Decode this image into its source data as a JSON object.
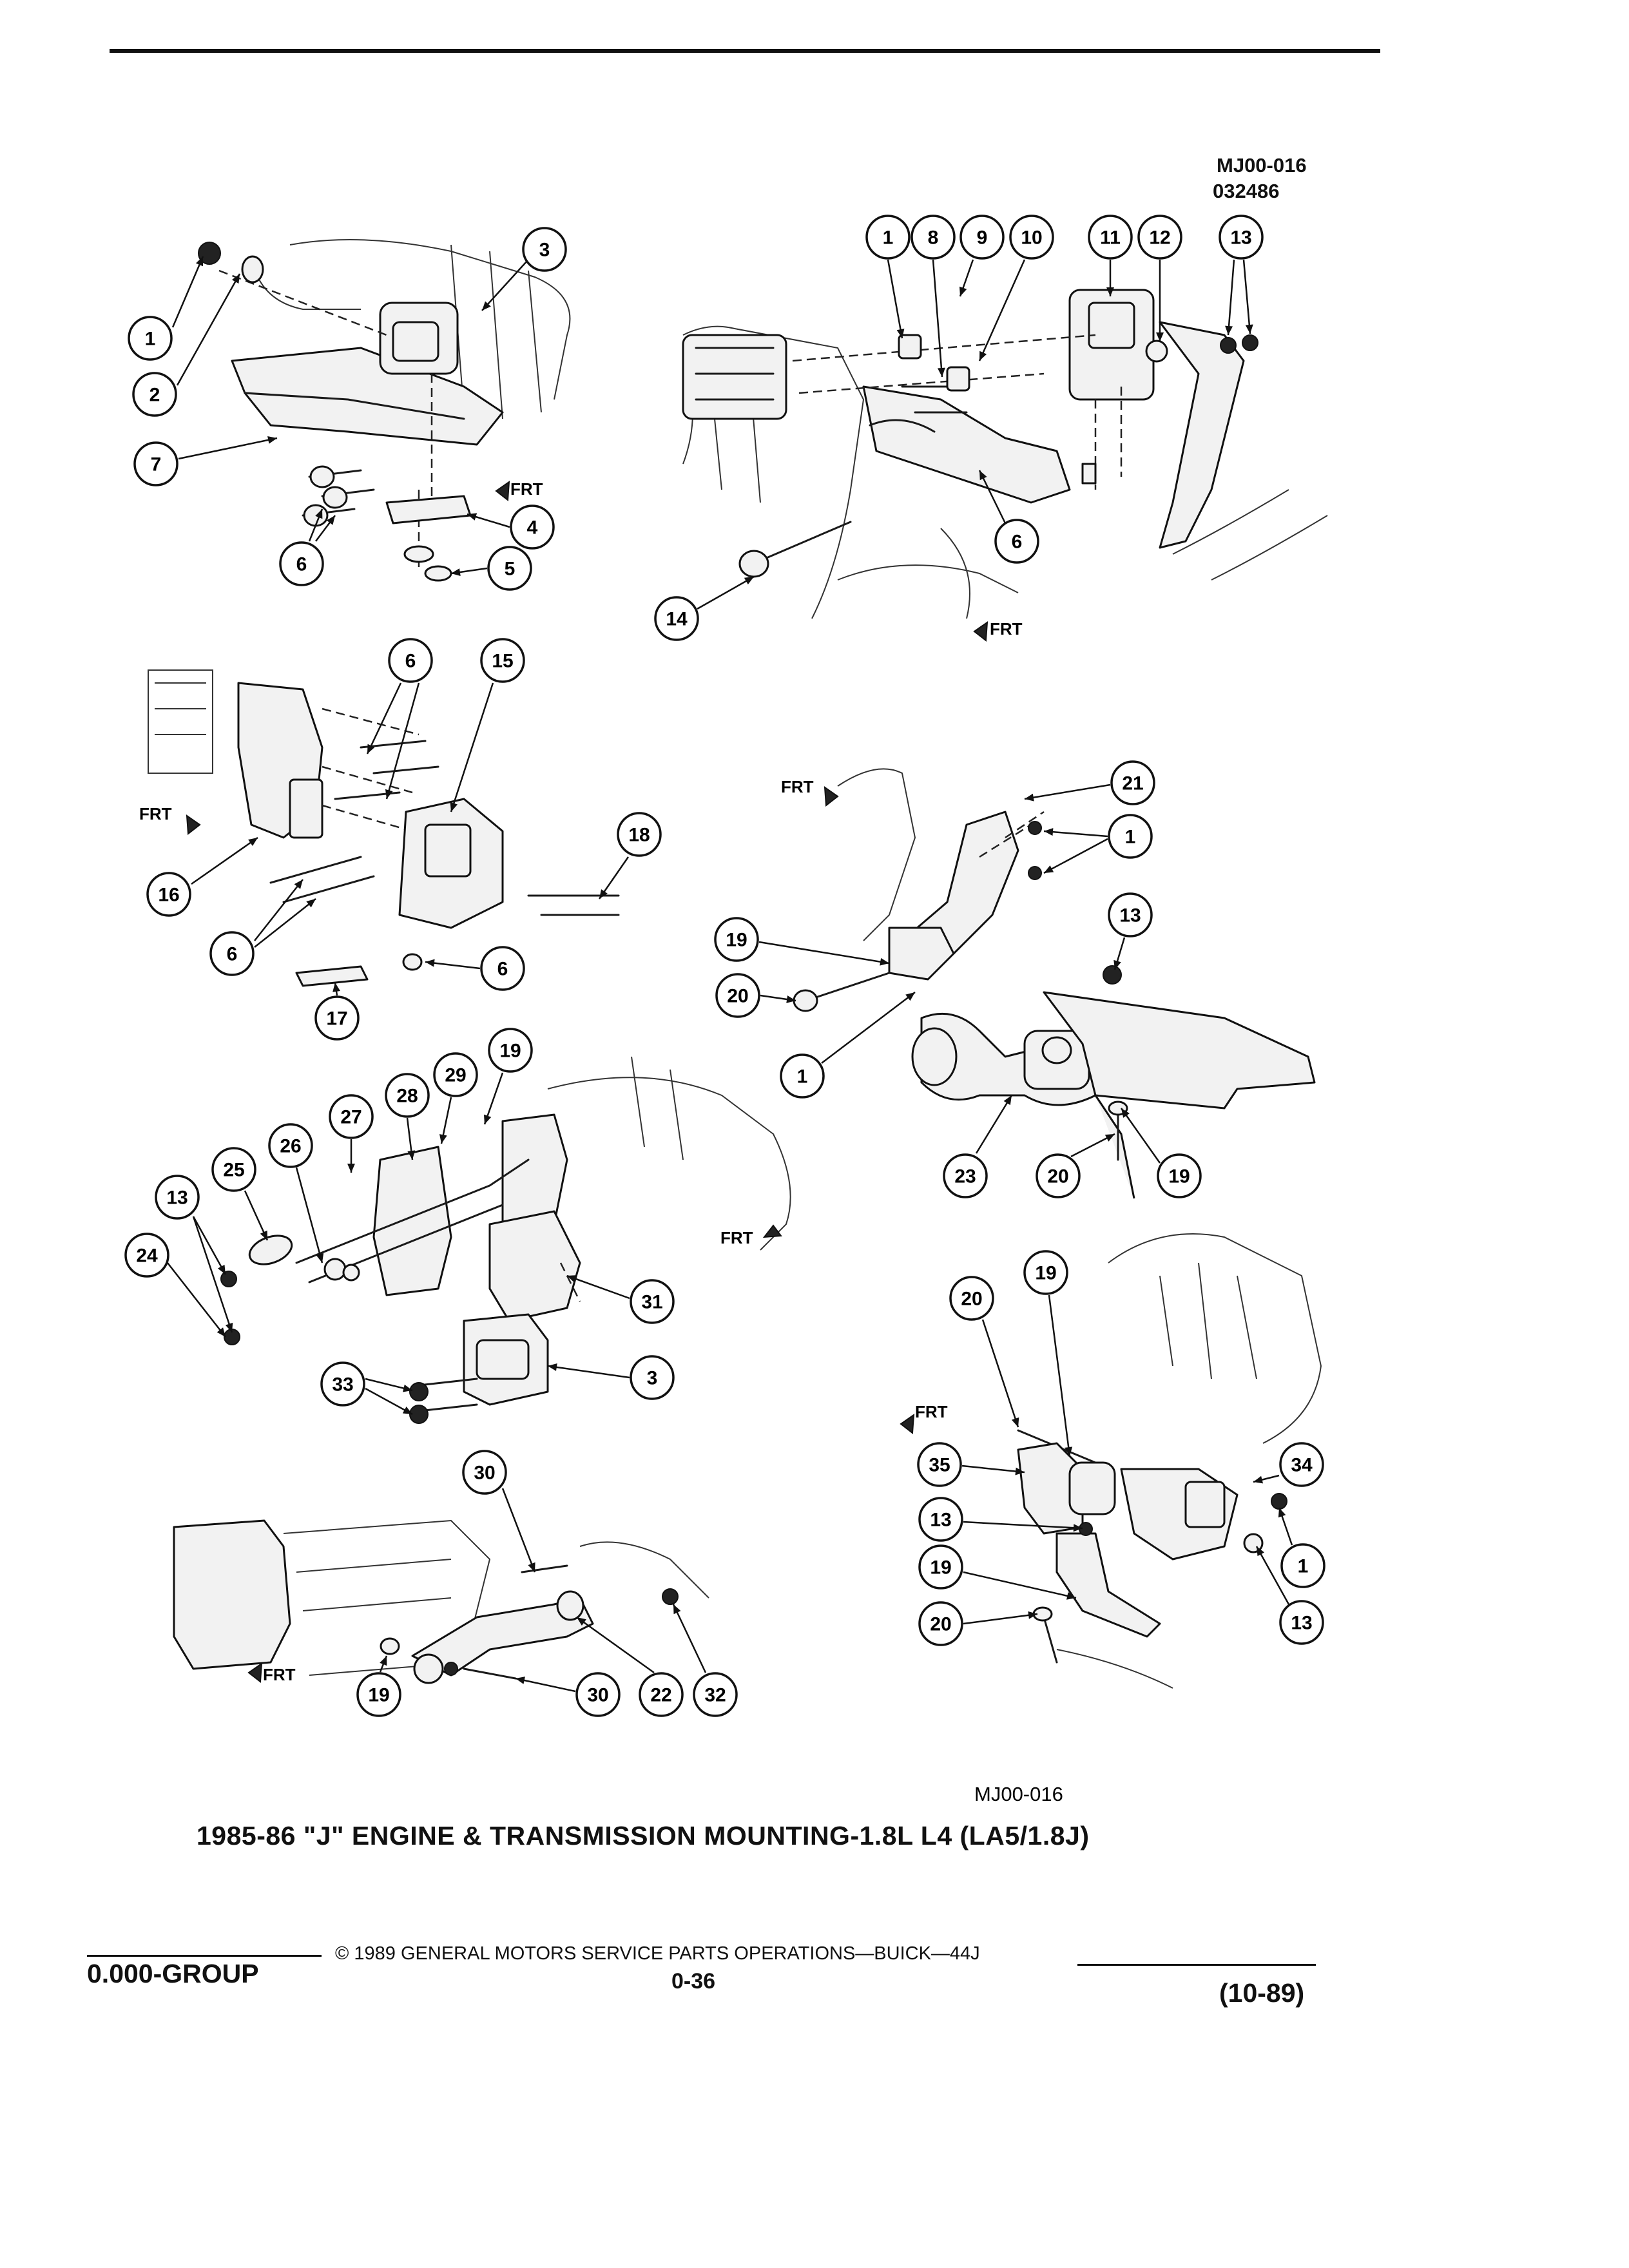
{
  "header": {
    "figure_code": "MJ00-016",
    "date_code": "032486"
  },
  "diagram": {
    "callouts": {
      "c1": "1",
      "c2": "2",
      "c3": "3",
      "c4": "4",
      "c5": "5",
      "c6": "6",
      "c7": "7",
      "c8": "8",
      "c9": "9",
      "c10": "10",
      "c11": "11",
      "c12": "12",
      "c13": "13",
      "c14": "14",
      "c15": "15",
      "c16": "16",
      "c17": "17",
      "c18": "18",
      "c19": "19",
      "c20": "20",
      "c21": "21",
      "c22": "22",
      "c23": "23",
      "c24": "24",
      "c25": "25",
      "c26": "26",
      "c27": "27",
      "c28": "28",
      "c29": "29",
      "c30": "30",
      "c31": "31",
      "c32": "32",
      "c33": "33",
      "c34": "34",
      "c35": "35"
    },
    "frt_label": "FRT",
    "figure_code_bottom": "MJ00-016"
  },
  "caption": "1985-86 \"J\" ENGINE & TRANSMISSION MOUNTING-1.8L L4 (LA5/1.8J)",
  "footer": {
    "group": "0.000-GROUP",
    "copyright": "© 1989 GENERAL MOTORS SERVICE PARTS OPERATIONS—BUICK—44J",
    "page": "0-36",
    "revision": "(10-89)"
  }
}
